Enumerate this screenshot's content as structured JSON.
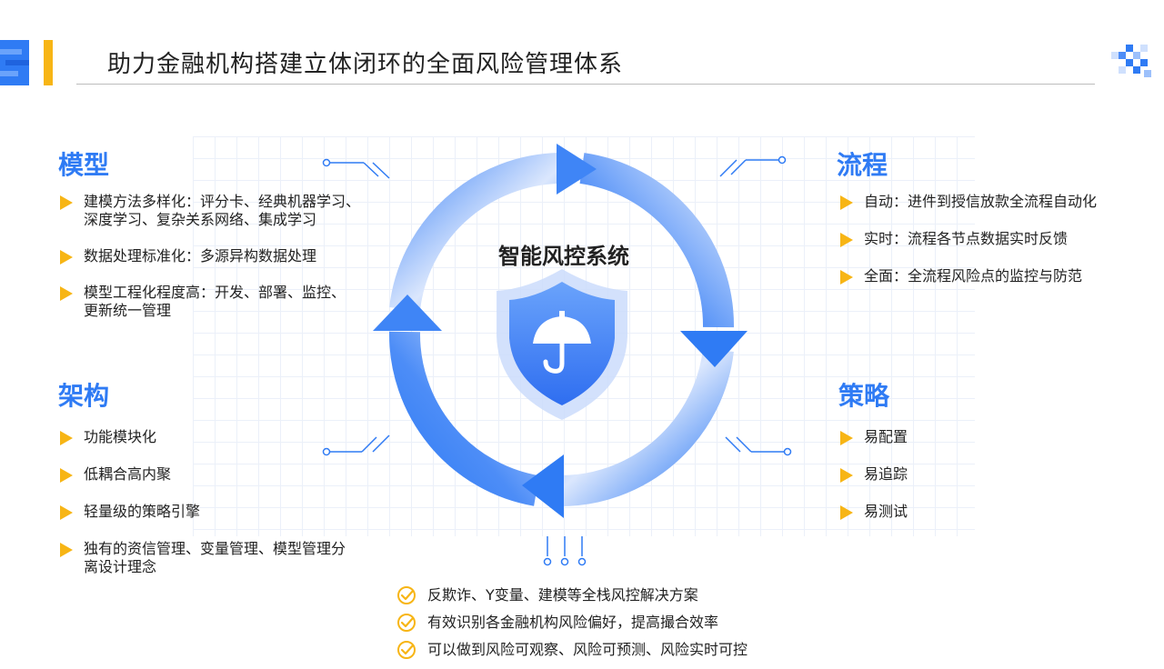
{
  "header": {
    "title": "助力金融机构搭建立体闭环的全面风险管理体系"
  },
  "center": {
    "title": "智能风控系统",
    "icon": "umbrella-shield-icon"
  },
  "sections": {
    "model": {
      "title": "模型",
      "items": [
        "建模方法多样化：评分卡、经典机器学习、\n深度学习、复杂关系网络、集成学习",
        "数据处理标准化：多源异构数据处理",
        "模型工程化程度高：开发、部署、监控、\n更新统一管理"
      ]
    },
    "process": {
      "title": "流程",
      "items": [
        "自动：进件到授信放款全流程自动化",
        "实时：流程各节点数据实时反馈",
        "全面：全流程风险点的监控与防范"
      ]
    },
    "architecture": {
      "title": "架构",
      "items": [
        "功能模块化",
        "低耦合高内聚",
        "轻量级的策略引擎",
        "独有的资信管理、变量管理、模型管理分\n离设计理念"
      ]
    },
    "strategy": {
      "title": "策略",
      "items": [
        "易配置",
        "易追踪",
        "易测试"
      ]
    }
  },
  "checks": [
    "反欺诈、Y变量、建模等全栈风控解决方案",
    "有效识别各金融机构风险偏好，提高撮合效率",
    "可以做到风险可观察、风险可预测、风险实时可控"
  ],
  "colors": {
    "accent": "#2f7bf4",
    "bullet": "#f7b515",
    "check": "#f7b515"
  }
}
